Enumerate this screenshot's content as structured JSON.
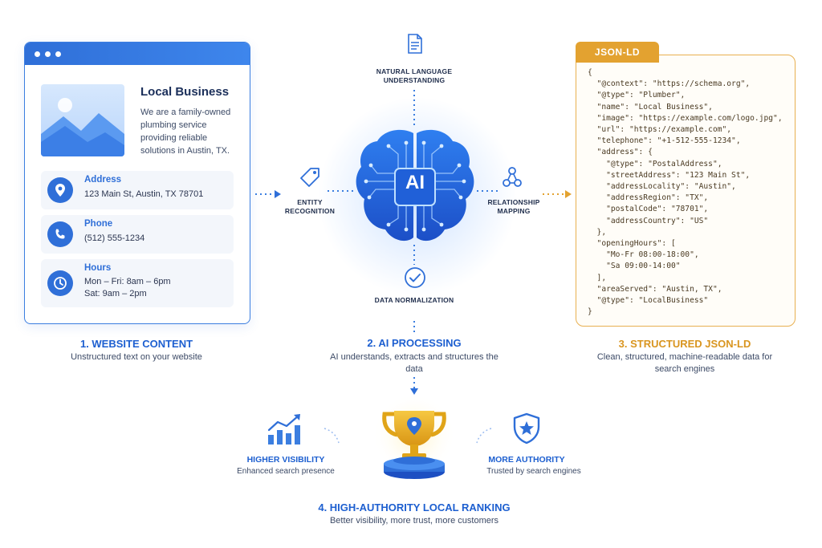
{
  "website": {
    "business_name": "Local Business",
    "description": "We are a family-owned plumbing service providing reliable solutions in Austin, TX.",
    "address_label": "Address",
    "address_value": "123 Main St, Austin, TX 78701",
    "phone_label": "Phone",
    "phone_value": "(512) 555-1234",
    "hours_label": "Hours",
    "hours_line1": "Mon – Fri: 8am – 6pm",
    "hours_line2": "Sat: 9am – 2pm"
  },
  "steps": {
    "step1_title": "1. WEBSITE CONTENT",
    "step1_sub": "Unstructured text on your website",
    "step2_title": "2. AI PROCESSING",
    "step2_sub": "AI understands, extracts and structures the data",
    "step3_title": "3. STRUCTURED JSON-LD",
    "step3_sub": "Clean, structured, machine-readable data for search engines",
    "step4_title": "4. HIGH-AUTHORITY LOCAL RANKING",
    "step4_sub": "Better visibility, more trust, more customers"
  },
  "ai": {
    "center_label": "AI",
    "nlu_label": "NATURAL LANGUAGE UNDERSTANDING",
    "entity_label": "ENTITY RECOGNITION",
    "relationship_label": "RELATIONSHIP MAPPING",
    "normalization_label": "DATA NORMALIZATION"
  },
  "json": {
    "tab_label": "JSON-LD",
    "lines": [
      "{",
      "  \"@context\": \"https://schema.org\",",
      "  \"@type\": \"Plumber\",",
      "  \"name\": \"Local Business\",",
      "  \"image\": \"https://example.com/logo.jpg\",",
      "  \"url\": \"https://example.com\",",
      "  \"telephone\": \"+1-512-555-1234\",",
      "  \"address\": {",
      "    \"@type\": \"PostalAddress\",",
      "    \"streetAddress\": \"123 Main St\",",
      "    \"addressLocality\": \"Austin\",",
      "    \"addressRegion\": \"TX\",",
      "    \"postalCode\": \"78701\",",
      "    \"addressCountry\": \"US\"",
      "  },",
      "  \"openingHours\": [",
      "    \"Mo-Fr 08:00-18:00\",",
      "    \"Sa 09:00-14:00\"",
      "  ],",
      "  \"areaServed\": \"Austin, TX\",",
      "  \"@type\": \"LocalBusiness\"",
      "}"
    ]
  },
  "benefits": {
    "visibility_title": "HIGHER VISIBILITY",
    "visibility_sub": "Enhanced search presence",
    "authority_title": "MORE AUTHORITY",
    "authority_sub": "Trusted by search engines"
  },
  "colors": {
    "primary_blue": "#2f6fd8",
    "json_gold": "#e3a230",
    "trophy_gold": "#e8b020"
  },
  "icons": {
    "nlu": "document-icon",
    "entity": "tag-icon",
    "relationship": "network-icon",
    "normalization": "check-circle-icon",
    "address": "location-pin-icon",
    "phone": "phone-icon",
    "hours": "clock-icon",
    "visibility": "bar-chart-icon",
    "authority": "shield-star-icon",
    "ranking": "trophy-icon"
  }
}
